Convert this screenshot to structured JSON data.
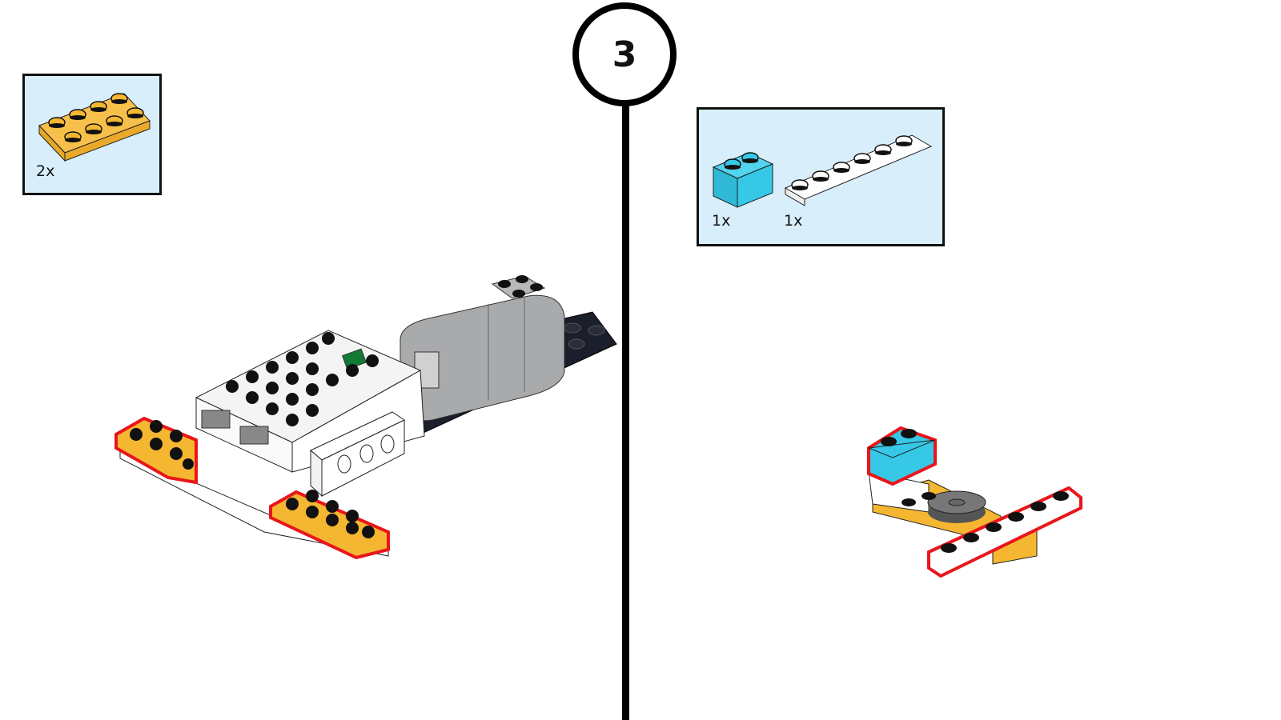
{
  "step": {
    "number": "3"
  },
  "left_panel": {
    "parts": [
      {
        "name": "yellow 2x4 plate",
        "quantity": "2x",
        "color": "#f5b731"
      }
    ]
  },
  "right_panel": {
    "parts": [
      {
        "name": "azure 1x2 brick",
        "quantity": "1x",
        "color": "#36c8e6"
      },
      {
        "name": "white 1x6 plate",
        "quantity": "1x",
        "color": "#ffffff"
      }
    ]
  },
  "colors": {
    "parts_box_bg": "#d8eefb",
    "highlight": "#e8161b",
    "yellow": "#f5b731",
    "azure": "#36c8e6",
    "dark_gray": "#1b1e2b",
    "motor_gray": "#a8aaac",
    "hub_green": "#127a35"
  }
}
